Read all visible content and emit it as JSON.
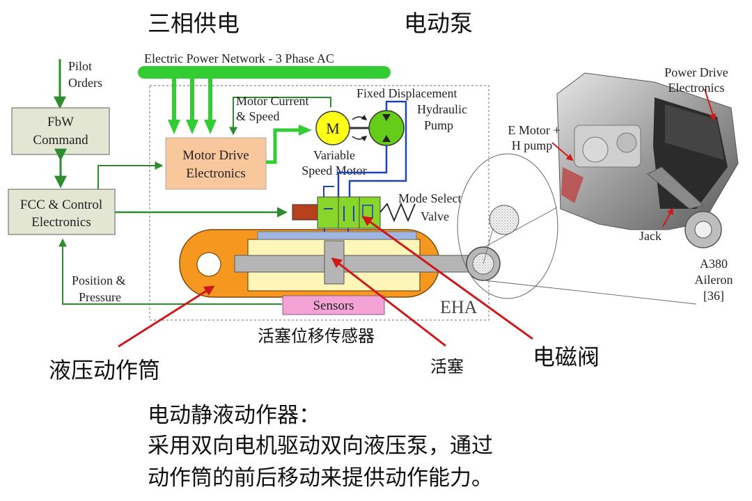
{
  "headings": {
    "three_phase_cn": "三相供电",
    "electric_pump_cn": "电动泵"
  },
  "power_bus": {
    "label": "Electric Power Network - 3 Phase AC"
  },
  "pilot_orders": {
    "line1": "Pilot",
    "line2": "Orders"
  },
  "fbw_box": {
    "line1": "FbW",
    "line2": "Command"
  },
  "fcc_box": {
    "line1": "FCC & Control",
    "line2": "Electronics"
  },
  "motor_drive_box": {
    "line1": "Motor Drive",
    "line2": "Electronics"
  },
  "motor_current": {
    "line1": "Motor Current",
    "line2": "& Speed"
  },
  "motor": {
    "symbol": "M",
    "line1": "Variable",
    "line2": "Speed Motor"
  },
  "pump": {
    "line1": "Fixed Displacement",
    "line2": "Hydraulic",
    "line3": "Pump"
  },
  "mode_select": {
    "line1": "Mode Select",
    "line2": "Valve"
  },
  "position_pressure": {
    "line1": "Position &",
    "line2": "Pressure"
  },
  "sensors_box": {
    "label": "Sensors"
  },
  "eha_label": "EHA",
  "photo": {
    "power_drive": {
      "line1": "Power Drive",
      "line2": "Electronics"
    },
    "e_motor": {
      "line1": "E Motor +",
      "line2": "H pump"
    },
    "jack": "Jack",
    "caption": {
      "line1": "A380",
      "line2": "Aileron",
      "line3": "[36]"
    }
  },
  "annotations": {
    "piston_sensor_cn": "活塞位移传感器",
    "cylinder_cn": "液压动作筒",
    "piston_cn": "活塞",
    "solenoid_cn": "电磁阀"
  },
  "description": {
    "line1": "电动静液动作器：",
    "line2": "采用双向电机驱动双向液压泵，通过",
    "line3": "动作筒的前后移动来提供动作能力。"
  },
  "colors": {
    "green_bright": "#33cc33",
    "green_dark": "#2e8b2e",
    "box_grey": "#e3e6d3",
    "motor_drive_fill": "#f9c79c",
    "cylinder_orange": "#f6981f",
    "chamber_yellow": "#fdf6b8",
    "sensors_pink": "#f5a3d6",
    "motor_yellow": "#ffff1a",
    "pump_green": "#66cc1a",
    "valve_green": "#88d62a",
    "annotation_red": "#d01818",
    "hydraulic_blue": "#1c44b8"
  }
}
